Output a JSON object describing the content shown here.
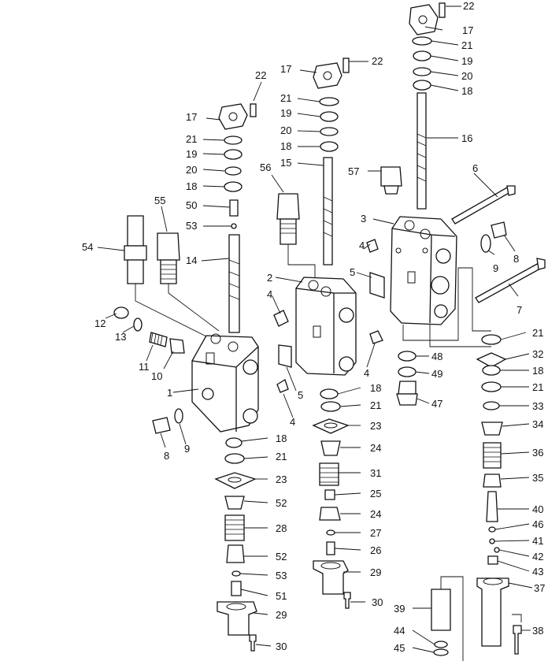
{
  "labels": [
    {
      "id": "p22a",
      "text": "22"
    },
    {
      "id": "p17a",
      "text": "17"
    },
    {
      "id": "p21a",
      "text": "21"
    },
    {
      "id": "p19a",
      "text": "19"
    },
    {
      "id": "p20a",
      "text": "20"
    },
    {
      "id": "p18a",
      "text": "18"
    },
    {
      "id": "p16",
      "text": "16"
    },
    {
      "id": "p57",
      "text": "57"
    },
    {
      "id": "p6",
      "text": "6"
    },
    {
      "id": "p3",
      "text": "3"
    },
    {
      "id": "p9a",
      "text": "9"
    },
    {
      "id": "p8a",
      "text": "8"
    },
    {
      "id": "p7",
      "text": "7"
    },
    {
      "id": "p21b",
      "text": "21"
    },
    {
      "id": "p32",
      "text": "32"
    },
    {
      "id": "p18b",
      "text": "18"
    },
    {
      "id": "p21c",
      "text": "21"
    },
    {
      "id": "p33",
      "text": "33"
    },
    {
      "id": "p34",
      "text": "34"
    },
    {
      "id": "p36",
      "text": "36"
    },
    {
      "id": "p35",
      "text": "35"
    },
    {
      "id": "p40",
      "text": "40"
    },
    {
      "id": "p46",
      "text": "46"
    },
    {
      "id": "p41",
      "text": "41"
    },
    {
      "id": "p42",
      "text": "42"
    },
    {
      "id": "p43",
      "text": "43"
    },
    {
      "id": "p37",
      "text": "37"
    },
    {
      "id": "p38",
      "text": "38"
    },
    {
      "id": "p39",
      "text": "39"
    },
    {
      "id": "p44",
      "text": "44"
    },
    {
      "id": "p45",
      "text": "45"
    },
    {
      "id": "p48",
      "text": "48"
    },
    {
      "id": "p49",
      "text": "49"
    },
    {
      "id": "p47",
      "text": "47"
    },
    {
      "id": "p17b",
      "text": "17"
    },
    {
      "id": "p22b",
      "text": "22"
    },
    {
      "id": "p21d",
      "text": "21"
    },
    {
      "id": "p19b",
      "text": "19"
    },
    {
      "id": "p20b",
      "text": "20"
    },
    {
      "id": "p18c",
      "text": "18"
    },
    {
      "id": "p15",
      "text": "15"
    },
    {
      "id": "p56",
      "text": "56"
    },
    {
      "id": "p2",
      "text": "2"
    },
    {
      "id": "p4a",
      "text": "4"
    },
    {
      "id": "p5a",
      "text": "5"
    },
    {
      "id": "p4b",
      "text": "4"
    },
    {
      "id": "p5b",
      "text": "5"
    },
    {
      "id": "p4c",
      "text": "4"
    },
    {
      "id": "p4d",
      "text": "4"
    },
    {
      "id": "p18d",
      "text": "18"
    },
    {
      "id": "p21e",
      "text": "21"
    },
    {
      "id": "p23a",
      "text": "23"
    },
    {
      "id": "p24a",
      "text": "24"
    },
    {
      "id": "p31",
      "text": "31"
    },
    {
      "id": "p25",
      "text": "25"
    },
    {
      "id": "p24b",
      "text": "24"
    },
    {
      "id": "p27",
      "text": "27"
    },
    {
      "id": "p26",
      "text": "26"
    },
    {
      "id": "p29a",
      "text": "29"
    },
    {
      "id": "p30a",
      "text": "30"
    },
    {
      "id": "p22c",
      "text": "22"
    },
    {
      "id": "p17c",
      "text": "17"
    },
    {
      "id": "p21f",
      "text": "21"
    },
    {
      "id": "p19c",
      "text": "19"
    },
    {
      "id": "p20c",
      "text": "20"
    },
    {
      "id": "p18e",
      "text": "18"
    },
    {
      "id": "p50",
      "text": "50"
    },
    {
      "id": "p53a",
      "text": "53"
    },
    {
      "id": "p55",
      "text": "55"
    },
    {
      "id": "p54",
      "text": "54"
    },
    {
      "id": "p14",
      "text": "14"
    },
    {
      "id": "p12",
      "text": "12"
    },
    {
      "id": "p13",
      "text": "13"
    },
    {
      "id": "p11",
      "text": "11"
    },
    {
      "id": "p10",
      "text": "10"
    },
    {
      "id": "p1",
      "text": "1"
    },
    {
      "id": "p8b",
      "text": "8"
    },
    {
      "id": "p9b",
      "text": "9"
    },
    {
      "id": "p18f",
      "text": "18"
    },
    {
      "id": "p21g",
      "text": "21"
    },
    {
      "id": "p23b",
      "text": "23"
    },
    {
      "id": "p52a",
      "text": "52"
    },
    {
      "id": "p28",
      "text": "28"
    },
    {
      "id": "p52b",
      "text": "52"
    },
    {
      "id": "p53b",
      "text": "53"
    },
    {
      "id": "p51",
      "text": "51"
    },
    {
      "id": "p29b",
      "text": "29"
    },
    {
      "id": "p30b",
      "text": "30"
    }
  ]
}
